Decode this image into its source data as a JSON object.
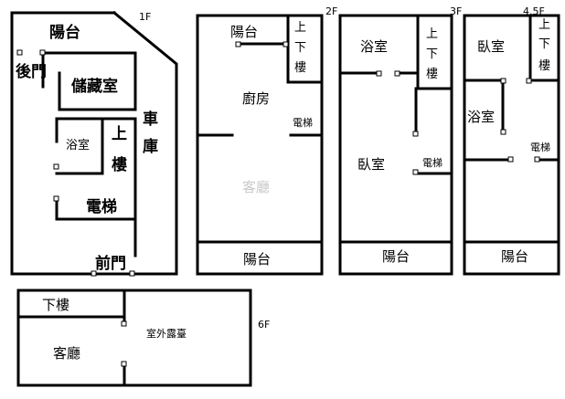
{
  "floor1": {
    "label": "1F",
    "balcony": "陽台",
    "back_door": "後門",
    "storage": "儲藏室",
    "garage_1": "車",
    "garage_2": "庫",
    "bath": "浴室",
    "up_1": "上",
    "up_2": "樓",
    "elevator": "電梯",
    "front_door": "前門"
  },
  "floor2": {
    "label": "2F",
    "balcony_top": "陽台",
    "stairs": [
      "上",
      "下",
      "樓"
    ],
    "kitchen": "廚房",
    "elevator": "電梯",
    "living": "客廳",
    "balcony_bottom": "陽台"
  },
  "floor3": {
    "label": "3F",
    "bath": "浴室",
    "stairs": [
      "上",
      "下",
      "樓"
    ],
    "bedroom": "臥室",
    "elevator": "電梯",
    "balcony_bottom": "陽台"
  },
  "floor45": {
    "label": "4.5F",
    "bedroom": "臥室",
    "stairs": [
      "上",
      "下",
      "樓"
    ],
    "bath": "浴室",
    "elevator": "電梯",
    "balcony_bottom": "陽台"
  },
  "floor6": {
    "label": "6F",
    "down": "下樓",
    "living": "客廳",
    "terrace": "室外露臺"
  }
}
